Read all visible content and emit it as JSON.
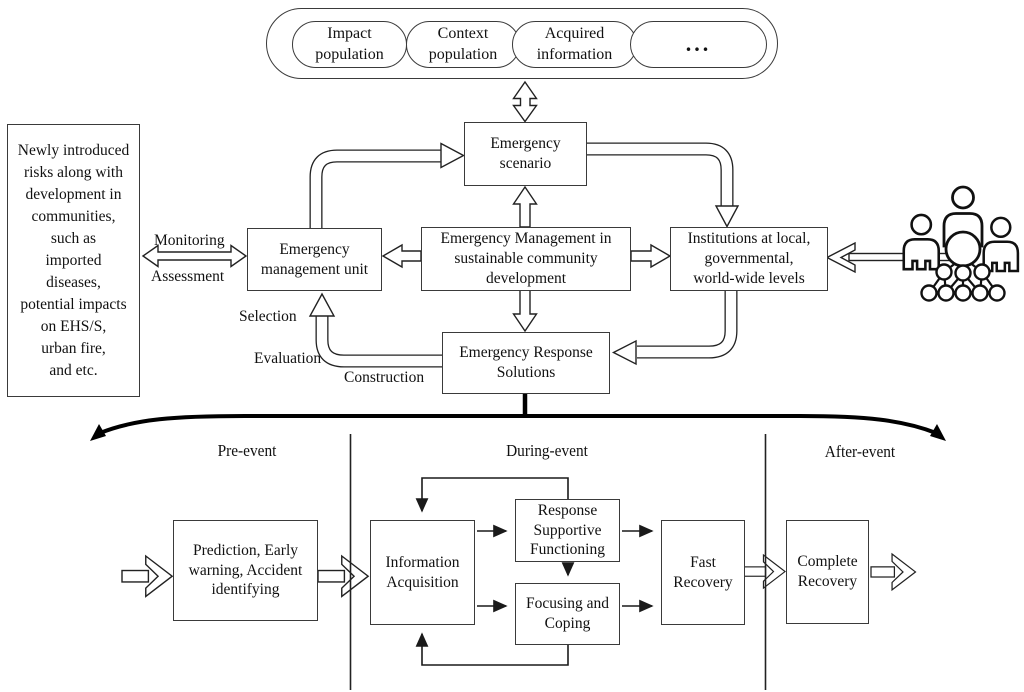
{
  "figure": {
    "stadium": {
      "pills": [
        [
          "Impact",
          "population"
        ],
        [
          "Context",
          "population"
        ],
        [
          "Acquired",
          "information"
        ],
        [
          "..."
        ]
      ]
    },
    "boxes": {
      "risks": [
        "Newly introduced",
        "risks along with",
        "development in",
        "communities,",
        "such as",
        "imported",
        "diseases,",
        "potential impacts",
        "on EHS/S,",
        "urban fire,",
        "and etc."
      ],
      "scenario": [
        "Emergency",
        "scenario"
      ],
      "unit": [
        "Emergency",
        "management unit"
      ],
      "center": [
        "Emergency Management in",
        "sustainable community",
        "development"
      ],
      "institutions": [
        "Institutions at local,",
        "governmental,",
        "world-wide levels"
      ],
      "solutions": [
        "Emergency Response",
        "Solutions"
      ]
    },
    "edge_labels": {
      "monitoring": "Monitoring",
      "assessment": "Assessment",
      "selection": "Selection",
      "evaluation": "Evaluation",
      "construction": "Construction"
    },
    "phases": {
      "pre": "Pre-event",
      "during": "During-event",
      "after": "After-event"
    },
    "flow": {
      "prediction": [
        "Prediction, Early",
        "warning, Accident",
        "identifying"
      ],
      "information": [
        "Information",
        "Acquisition"
      ],
      "response_supportive": [
        "Response",
        "Supportive",
        "Functioning"
      ],
      "focusing": [
        "Focusing and",
        "Coping"
      ],
      "fast": [
        "Fast",
        "Recovery"
      ],
      "complete": [
        "Complete",
        "Recovery"
      ]
    },
    "icons": [
      "people-group-icon"
    ],
    "colors": {
      "line": "#222222",
      "text": "#111111",
      "background": "#ffffff"
    }
  }
}
